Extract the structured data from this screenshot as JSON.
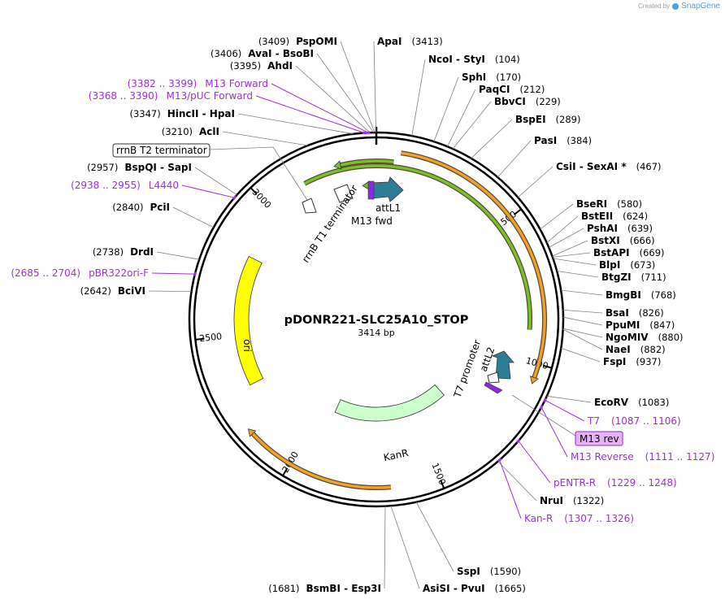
{
  "brand": {
    "prefix": "Created by",
    "name": "SnapGene"
  },
  "plasmid": {
    "name": "pDONR221-SLC25A10_STOP",
    "length_label": "3414 bp",
    "length": 3414
  },
  "map_style": {
    "backbone": "#000000",
    "enzyme_line": "#808080",
    "primer_color": "#9b30d9",
    "orf_orange": "#f0a030",
    "orf_green": "#78c030",
    "ori_yellow": "#ffff00",
    "kanr_green": "#ccffcc",
    "att_teal": "#2e7d96"
  },
  "ticks": [
    {
      "bp": 500,
      "label": "500"
    },
    {
      "bp": 1000,
      "label": "1000"
    },
    {
      "bp": 1500,
      "label": "1500"
    },
    {
      "bp": 2000,
      "label": "2000"
    },
    {
      "bp": 2500,
      "label": "2500"
    },
    {
      "bp": 3000,
      "label": "3000"
    }
  ],
  "enzymes": [
    {
      "bp": 3413,
      "name": "ApaI",
      "pos": "(3413)",
      "side": "right"
    },
    {
      "bp": 104,
      "name": "NcoI  -  StyI",
      "pos": "(104)",
      "side": "right"
    },
    {
      "bp": 170,
      "name": "SphI",
      "pos": "(170)",
      "side": "right"
    },
    {
      "bp": 212,
      "name": "PaqCI",
      "pos": "(212)",
      "side": "right"
    },
    {
      "bp": 229,
      "name": "BbvCI",
      "pos": "(229)",
      "side": "right"
    },
    {
      "bp": 289,
      "name": "BspEI",
      "pos": "(289)",
      "side": "right"
    },
    {
      "bp": 384,
      "name": "PasI",
      "pos": "(384)",
      "side": "right"
    },
    {
      "bp": 467,
      "name": "CsiI  -  SexAI *",
      "pos": "(467)",
      "side": "right"
    },
    {
      "bp": 580,
      "name": "BseRI",
      "pos": "(580)",
      "side": "right"
    },
    {
      "bp": 624,
      "name": "BstEII",
      "pos": "(624)",
      "side": "right"
    },
    {
      "bp": 639,
      "name": "PshAI",
      "pos": "(639)",
      "side": "right"
    },
    {
      "bp": 666,
      "name": "BstXI",
      "pos": "(666)",
      "side": "right"
    },
    {
      "bp": 669,
      "name": "BstAPI",
      "pos": "(669)",
      "side": "right"
    },
    {
      "bp": 673,
      "name": "BlpI",
      "pos": "(673)",
      "side": "right"
    },
    {
      "bp": 711,
      "name": "BtgZI",
      "pos": "(711)",
      "side": "right"
    },
    {
      "bp": 768,
      "name": "BmgBI",
      "pos": "(768)",
      "side": "right"
    },
    {
      "bp": 826,
      "name": "BsaI",
      "pos": "(826)",
      "side": "right"
    },
    {
      "bp": 847,
      "name": "PpuMI",
      "pos": "(847)",
      "side": "right"
    },
    {
      "bp": 880,
      "name": "NgoMIV",
      "pos": "(880)",
      "side": "right"
    },
    {
      "bp": 882,
      "name": "NaeI",
      "pos": "(882)",
      "side": "right"
    },
    {
      "bp": 937,
      "name": "FspI",
      "pos": "(937)",
      "side": "right"
    },
    {
      "bp": 1083,
      "name": "EcoRV",
      "pos": "(1083)",
      "side": "right"
    },
    {
      "bp": 1322,
      "name": "NruI",
      "pos": "(1322)",
      "side": "right"
    },
    {
      "bp": 1590,
      "name": "SspI",
      "pos": "(1590)",
      "side": "right"
    },
    {
      "bp": 1665,
      "name": "AsiSI  -  PvuI",
      "pos": "(1665)",
      "side": "right"
    },
    {
      "bp": 1681,
      "name": "BsmBI  -  Esp3I",
      "pos": "(1681)",
      "side": "left"
    },
    {
      "bp": 2642,
      "name": "BciVI",
      "pos": "(2642)",
      "side": "left"
    },
    {
      "bp": 2738,
      "name": "DrdI",
      "pos": "(2738)",
      "side": "left"
    },
    {
      "bp": 2840,
      "name": "PciI",
      "pos": "(2840)",
      "side": "left"
    },
    {
      "bp": 2957,
      "name": "BspQI  -  SapI",
      "pos": "(2957)",
      "side": "left"
    },
    {
      "bp": 3210,
      "name": "AclI",
      "pos": "(3210)",
      "side": "left"
    },
    {
      "bp": 3347,
      "name": "HincII  -  HpaI",
      "pos": "(3347)",
      "side": "left"
    },
    {
      "bp": 3395,
      "name": "AhdI",
      "pos": "(3395)",
      "side": "left"
    },
    {
      "bp": 3406,
      "name": "AvaI  -  BsoBI",
      "pos": "(3406)",
      "side": "left"
    },
    {
      "bp": 3409,
      "name": "PspOMI",
      "pos": "(3409)",
      "side": "left"
    }
  ],
  "primers": [
    {
      "bp": 1096,
      "name": "T7",
      "range": "(1087 .. 1106)",
      "side": "right"
    },
    {
      "bp": 1119,
      "name": "M13 Reverse",
      "range": "(1111 .. 1127)",
      "side": "right"
    },
    {
      "bp": 1238,
      "name": "pENTR-R",
      "range": "(1229 .. 1248)",
      "side": "right"
    },
    {
      "bp": 1316,
      "name": "Kan-R",
      "range": "(1307 .. 1326)",
      "side": "right"
    },
    {
      "bp": 2694,
      "name": "pBR322ori-F",
      "range": "(2685 .. 2704)",
      "side": "left"
    },
    {
      "bp": 2946,
      "name": "L4440",
      "range": "(2938 .. 2955)",
      "side": "left"
    },
    {
      "bp": 3379,
      "name": "M13/pUC Forward",
      "range": "(3368 .. 3390)",
      "side": "left"
    },
    {
      "bp": 3390,
      "name": "M13 Forward",
      "range": "(3382 .. 3399)",
      "side": "left"
    }
  ],
  "boxed_features": [
    {
      "bp": 1119,
      "label": "M13 rev"
    },
    {
      "bp": 3200,
      "label": "rrnB T2 terminator"
    }
  ],
  "inner_labels": {
    "attL1": "attL1",
    "m13_fwd": "M13 fwd",
    "rrnb_t1": "rrnB T1 terminator",
    "t7_promoter": "T7 promoter",
    "attL2": "attL2",
    "ori": "ori",
    "kanr": "KanR"
  }
}
